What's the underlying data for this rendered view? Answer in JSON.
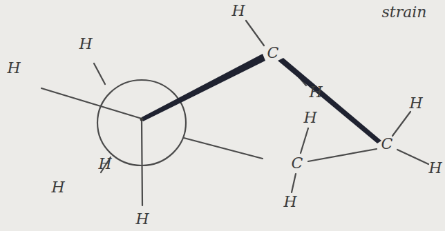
{
  "diagram": {
    "labels": [
      "H",
      "strain",
      "H",
      "C",
      "H",
      "H",
      "H",
      "H",
      "C",
      "C",
      "H",
      "H",
      "H",
      "H",
      "H"
    ]
  }
}
